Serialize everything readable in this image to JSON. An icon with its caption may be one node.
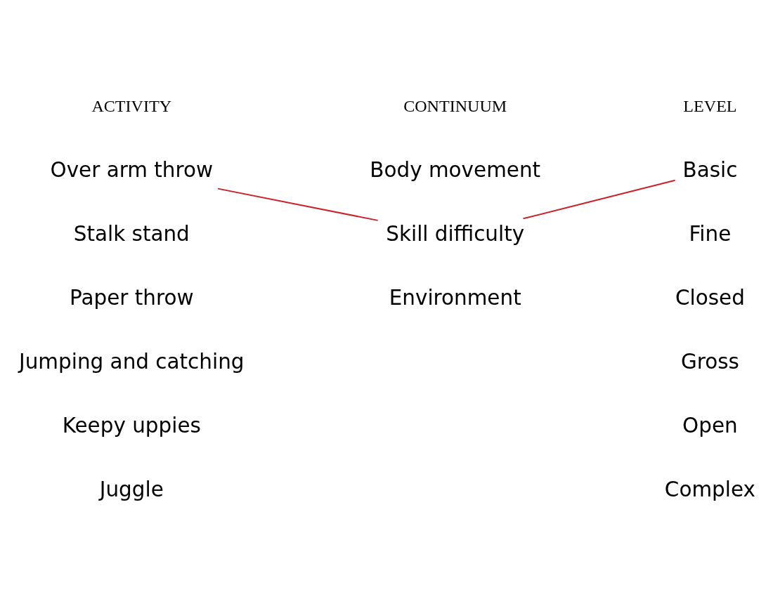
{
  "diagram": {
    "nodes": [
      {
        "text": [
          "Over arm throw"
        ]
      },
      {
        "text": [
          "Skill difficulty"
        ]
      },
      {
        "text": [
          "Basic"
        ]
      }
    ],
    "edges": [
      {
        "from": 0,
        "to": 1,
        "arrow": "none"
      },
      {
        "from": 2,
        "to": 1,
        "arrow": "none"
      }
    ],
    "labels": [
      "ACTIVITY",
      "CONTINUUM",
      "LEVEL",
      "Body movement",
      "Stalk stand",
      "Fine",
      "Paper throw",
      "Closed",
      "Jumping and catching",
      "Gross",
      "Keepy uppies",
      "Environment",
      "Open",
      "Juggle",
      "Complex"
    ]
  }
}
